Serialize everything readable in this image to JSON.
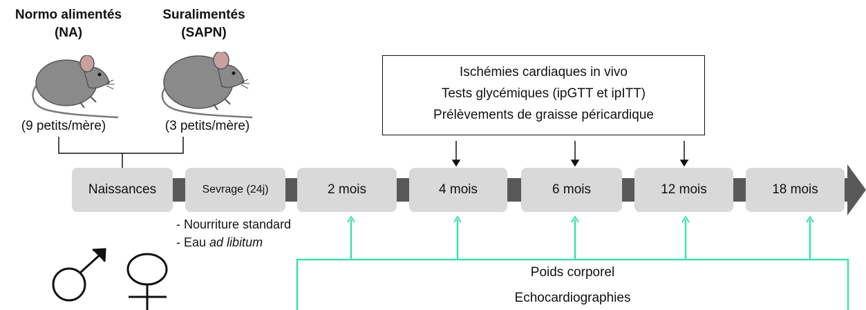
{
  "groups": [
    {
      "title_line1": "Normo alimentés",
      "title_line2": "(NA)",
      "litter": "(9 petits/mère)"
    },
    {
      "title_line1": "Suralimentés",
      "title_line2": "(SAPN)",
      "litter": "(3 petits/mère)"
    }
  ],
  "timeline": [
    "Naissances",
    "Sevrage (24j)",
    "2 mois",
    "4 mois",
    "6 mois",
    "12 mois",
    "18 mois"
  ],
  "analyses": [
    "Ischémies cardiaques in vivo",
    "Tests glycémiques (ipGTT et ipITT)",
    "Prélèvements de graisse péricardique"
  ],
  "weaning_notes": {
    "line1": "- Nourriture standard",
    "line2_prefix": "- Eau ",
    "line2_italic": "ad libitum"
  },
  "followup": [
    "Poids corporel",
    "Echocardiographies"
  ],
  "sex_symbols": [
    "male-symbol-icon",
    "female-symbol-icon"
  ],
  "colors": {
    "timeline_box": "#d9d9d9",
    "connector": "#595959",
    "followup_line": "#3ee0b0",
    "mouse_body": "#8a8a8a"
  }
}
